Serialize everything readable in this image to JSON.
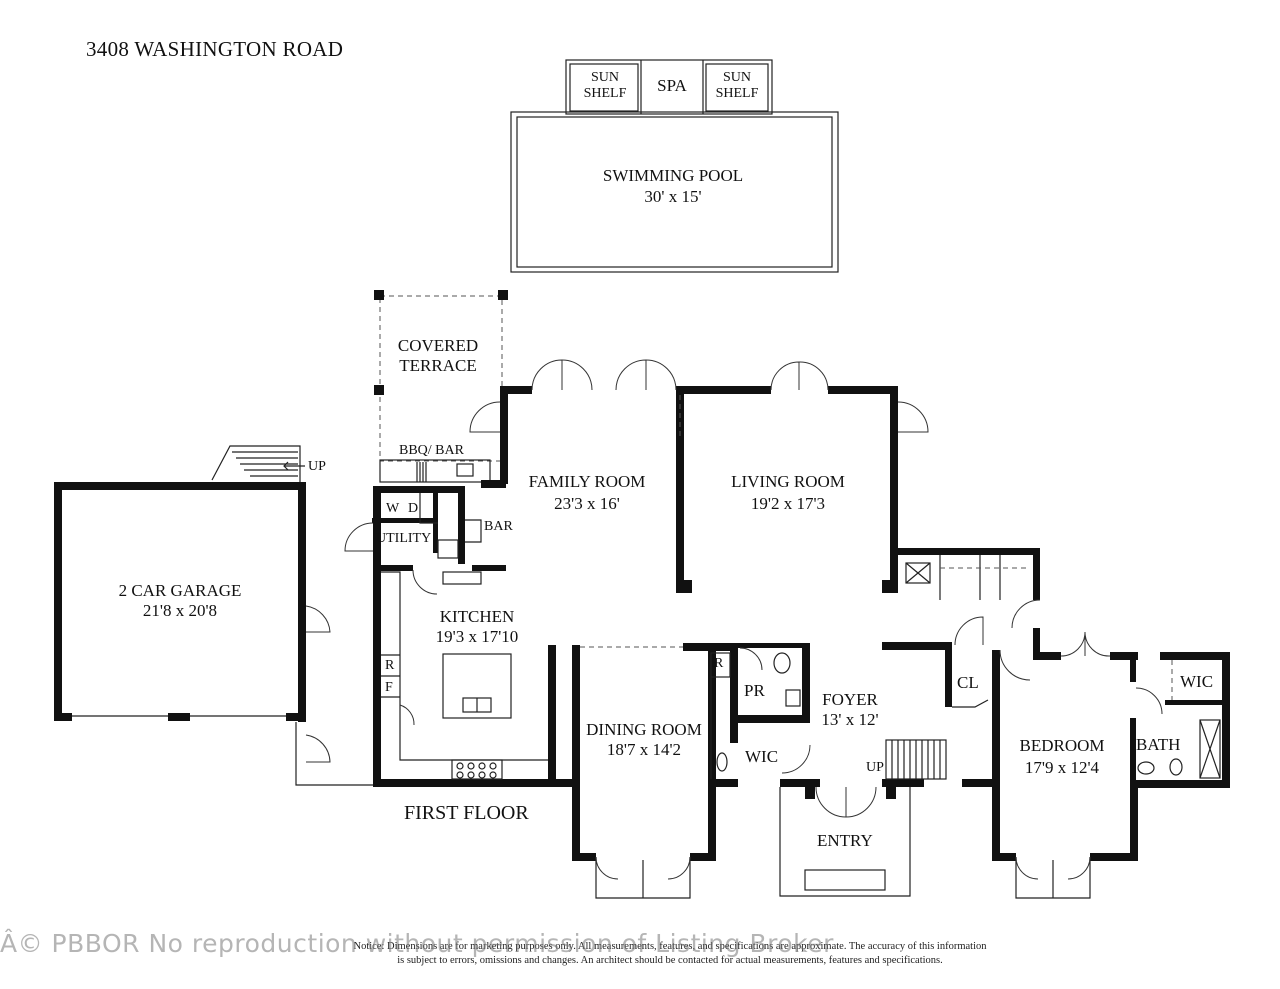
{
  "title": "3408 WASHINGTON ROAD",
  "floor_label": "FIRST FLOOR",
  "rooms": {
    "sun_shelf_left": "SUN\nSHELF",
    "spa": "SPA",
    "sun_shelf_right": "SUN\nSHELF",
    "pool_name": "SWIMMING POOL",
    "pool_size": "30' x 15'",
    "terrace_name": "COVERED\nTERRACE",
    "bbq": "BBQ/ BAR",
    "up_garage": "UP",
    "garage_name": "2 CAR GARAGE",
    "garage_size": "21'8 x 20'8",
    "washer": "W",
    "dryer": "D",
    "utility": "UTILITY",
    "bar": "BAR",
    "family_name": "FAMILY ROOM",
    "family_size": "23'3 x 16'",
    "living_name": "LIVING ROOM",
    "living_size": "19'2 x 17'3",
    "kitchen_name": "KITCHEN",
    "kitchen_size": "19'3 x 17'10",
    "fridge_r": "R",
    "fridge_f": "F",
    "dining_r": "R",
    "dining_name": "DINING ROOM",
    "dining_size": "18'7 x 14'2",
    "pr": "PR",
    "wic_foyer": "WIC",
    "foyer_name": "FOYER",
    "foyer_size": "13' x 12'",
    "cl": "CL",
    "up_foyer": "UP",
    "entry": "ENTRY",
    "bedroom_name": "BEDROOM",
    "bedroom_size": "17'9 x 12'4",
    "wic_bed": "WIC",
    "bath": "BATH"
  },
  "disclaimer": {
    "line1": "Notice: Dimensions are for marketing purposes only. All measurements, features, and specifications are approximate. The accuracy of this information",
    "line2": "is subject to errors, omissions and changes. An architect should be contacted for actual measurements, features and specifications."
  },
  "watermark": "Â© PBBOR No reproduction without permission of Listing Broker"
}
